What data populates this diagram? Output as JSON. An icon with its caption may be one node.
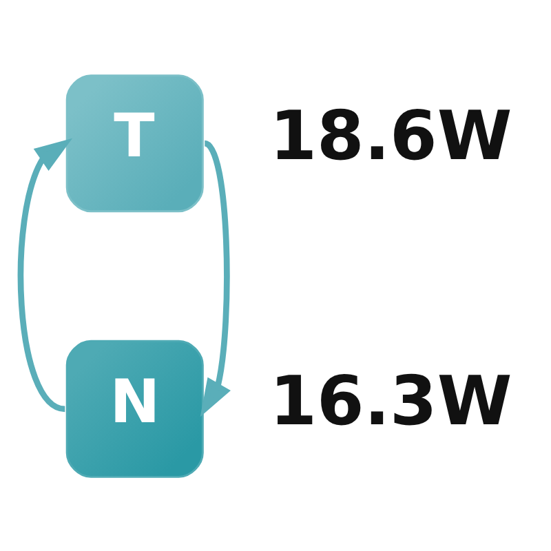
{
  "diagram": {
    "nodes": [
      {
        "text": [
          "T"
        ],
        "beside": [
          "18.6W"
        ]
      },
      {
        "text": [
          "N"
        ],
        "beside": [
          "16.3W"
        ]
      }
    ],
    "edges": [
      {
        "from": 0,
        "to": 1,
        "arrow": "to"
      },
      {
        "from": 1,
        "to": 0,
        "arrow": "to"
      }
    ]
  }
}
